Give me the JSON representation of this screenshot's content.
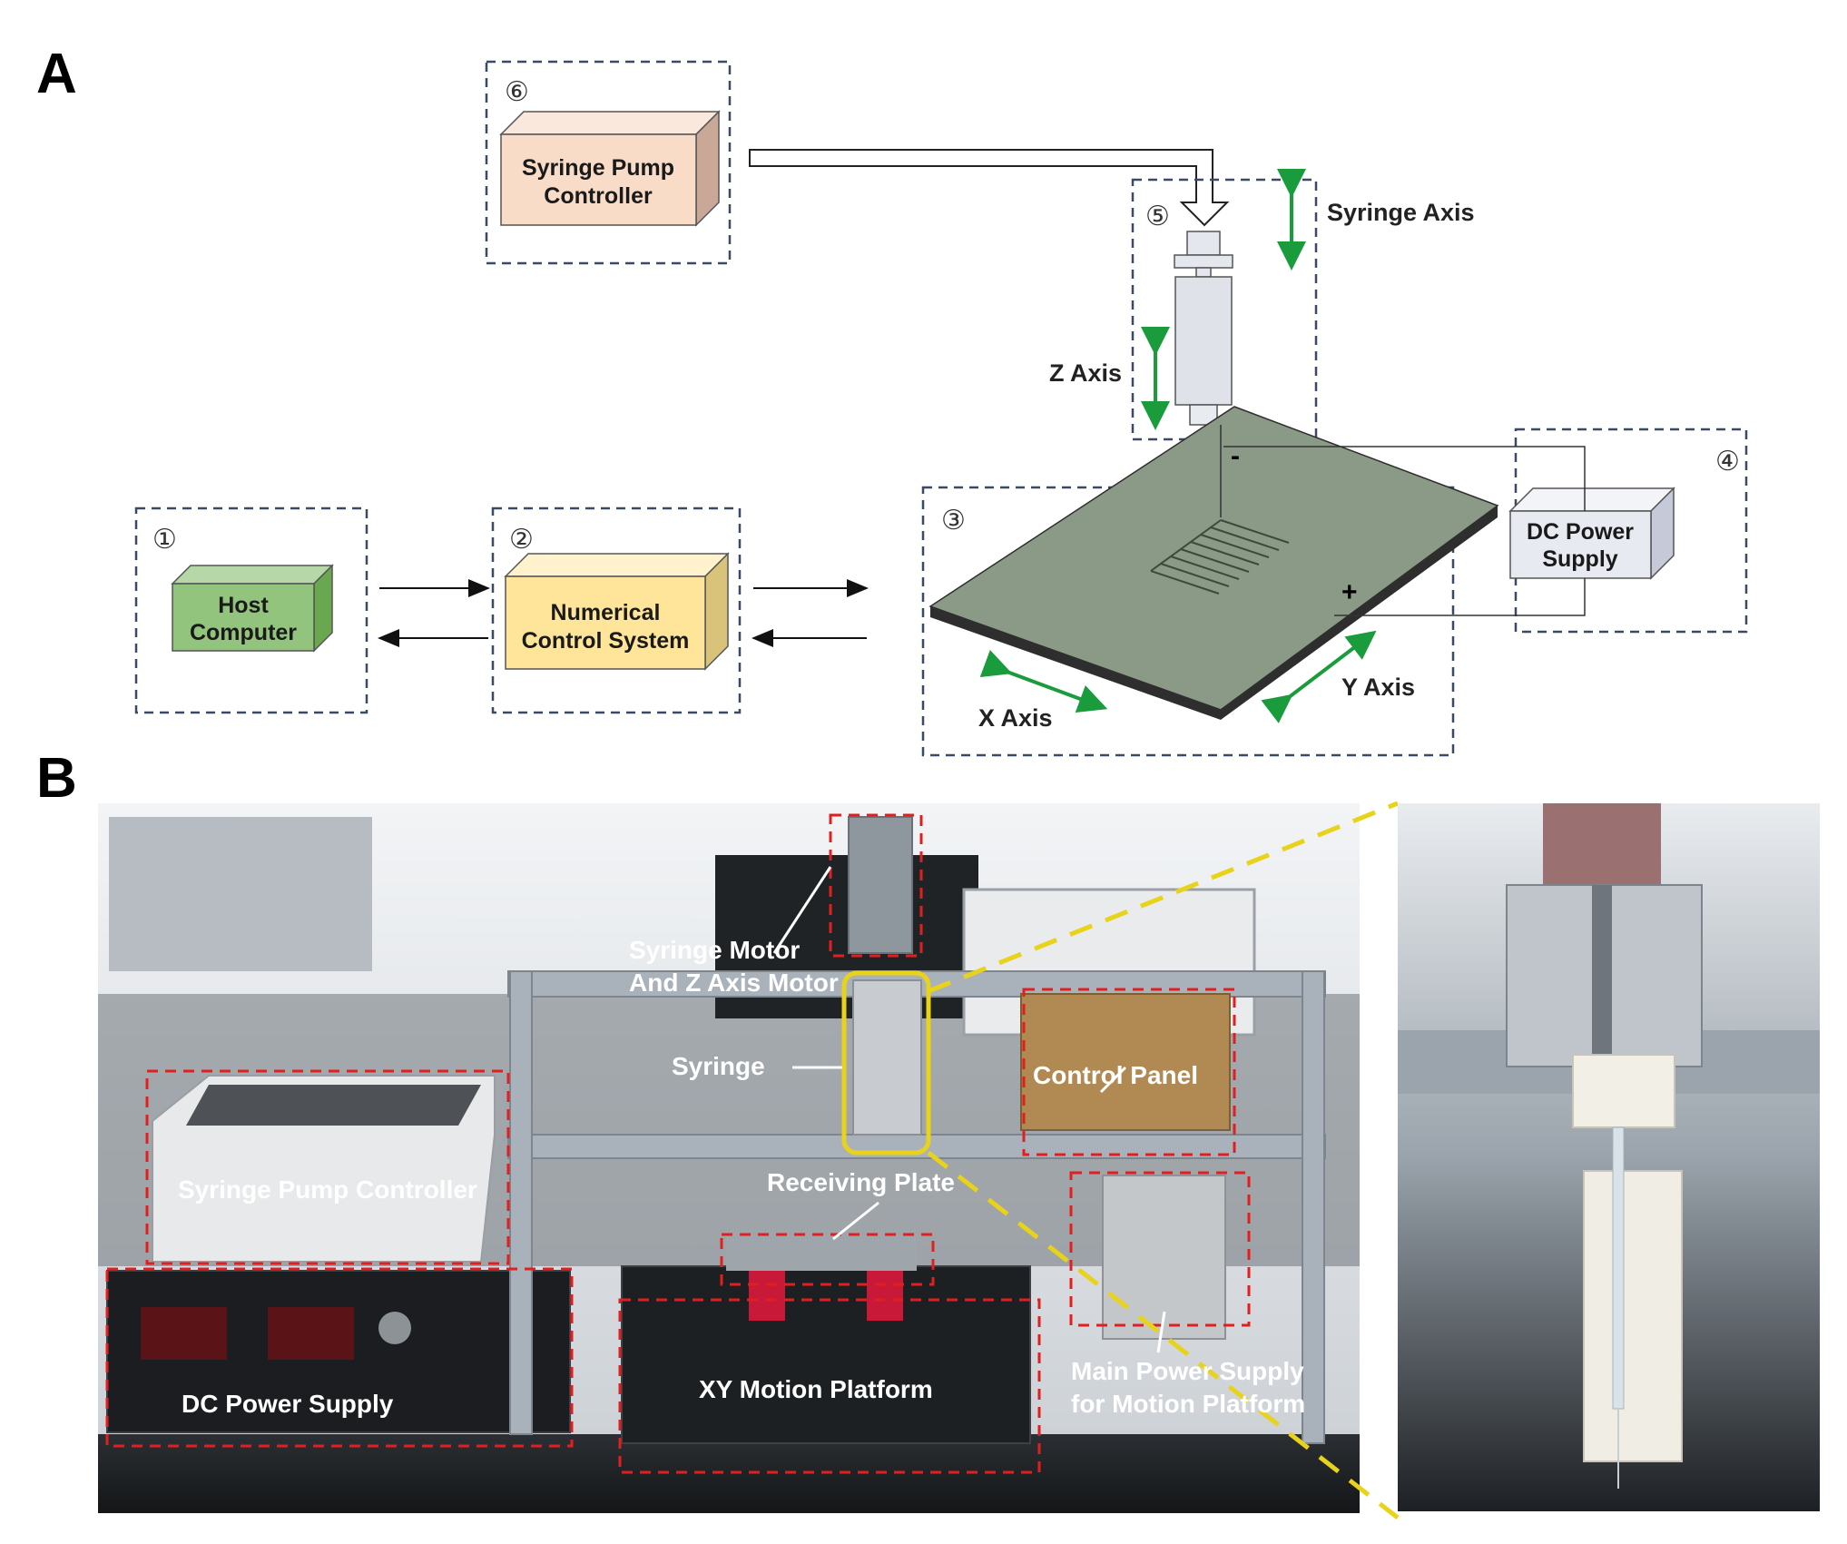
{
  "panels": {
    "a": "A",
    "b": "B"
  },
  "diagram": {
    "nodes": [
      {
        "id": "n1",
        "number": "①",
        "line1": "Host",
        "line2": "Computer",
        "color": "#93c47d",
        "side": "#6aa84f",
        "top": "#b6d7a8"
      },
      {
        "id": "n2",
        "number": "②",
        "line1": "Numerical",
        "line2": "Control System",
        "color": "#ffe599",
        "side": "#d9c27a",
        "top": "#fff2cc"
      },
      {
        "id": "n3",
        "number": "③"
      },
      {
        "id": "n4",
        "number": "④",
        "line1": "DC Power",
        "line2": "Supply",
        "color": "#e8eaf2",
        "side": "#c5c9d8",
        "top": "#f3f4f8"
      },
      {
        "id": "n5",
        "number": "⑤"
      },
      {
        "id": "n6",
        "number": "⑥",
        "line1": "Syringe Pump",
        "line2": "Controller",
        "color": "#f9dcc8",
        "side": "#c9a898",
        "top": "#fbe8dc"
      }
    ],
    "axes": {
      "syringe": "Syringe Axis",
      "z": "Z Axis",
      "x": "X Axis",
      "y": "Y Axis"
    },
    "signs": {
      "minus": "-",
      "plus": "+"
    },
    "colors": {
      "plate": "#8a9a86",
      "plate_edge": "#2e2e2e",
      "arrow_green": "#1a9b3c",
      "dash": "#3a4a66"
    }
  },
  "photo": {
    "labels": {
      "syringe_motor_1": "Syringe Motor",
      "syringe_motor_2": "And Z Axis Motor",
      "syringe": "Syringe",
      "control_panel": "Control Panel",
      "receiving_plate": "Receiving Plate",
      "pump_controller": "Syringe Pump Controller",
      "dc_power": "DC Power Supply",
      "xy_platform": "XY Motion Platform",
      "main_power_1": "Main Power Supply",
      "main_power_2": "for Motion Platform"
    },
    "colors": {
      "red_box": "#e02020",
      "yellow": "#e8d21a"
    }
  }
}
